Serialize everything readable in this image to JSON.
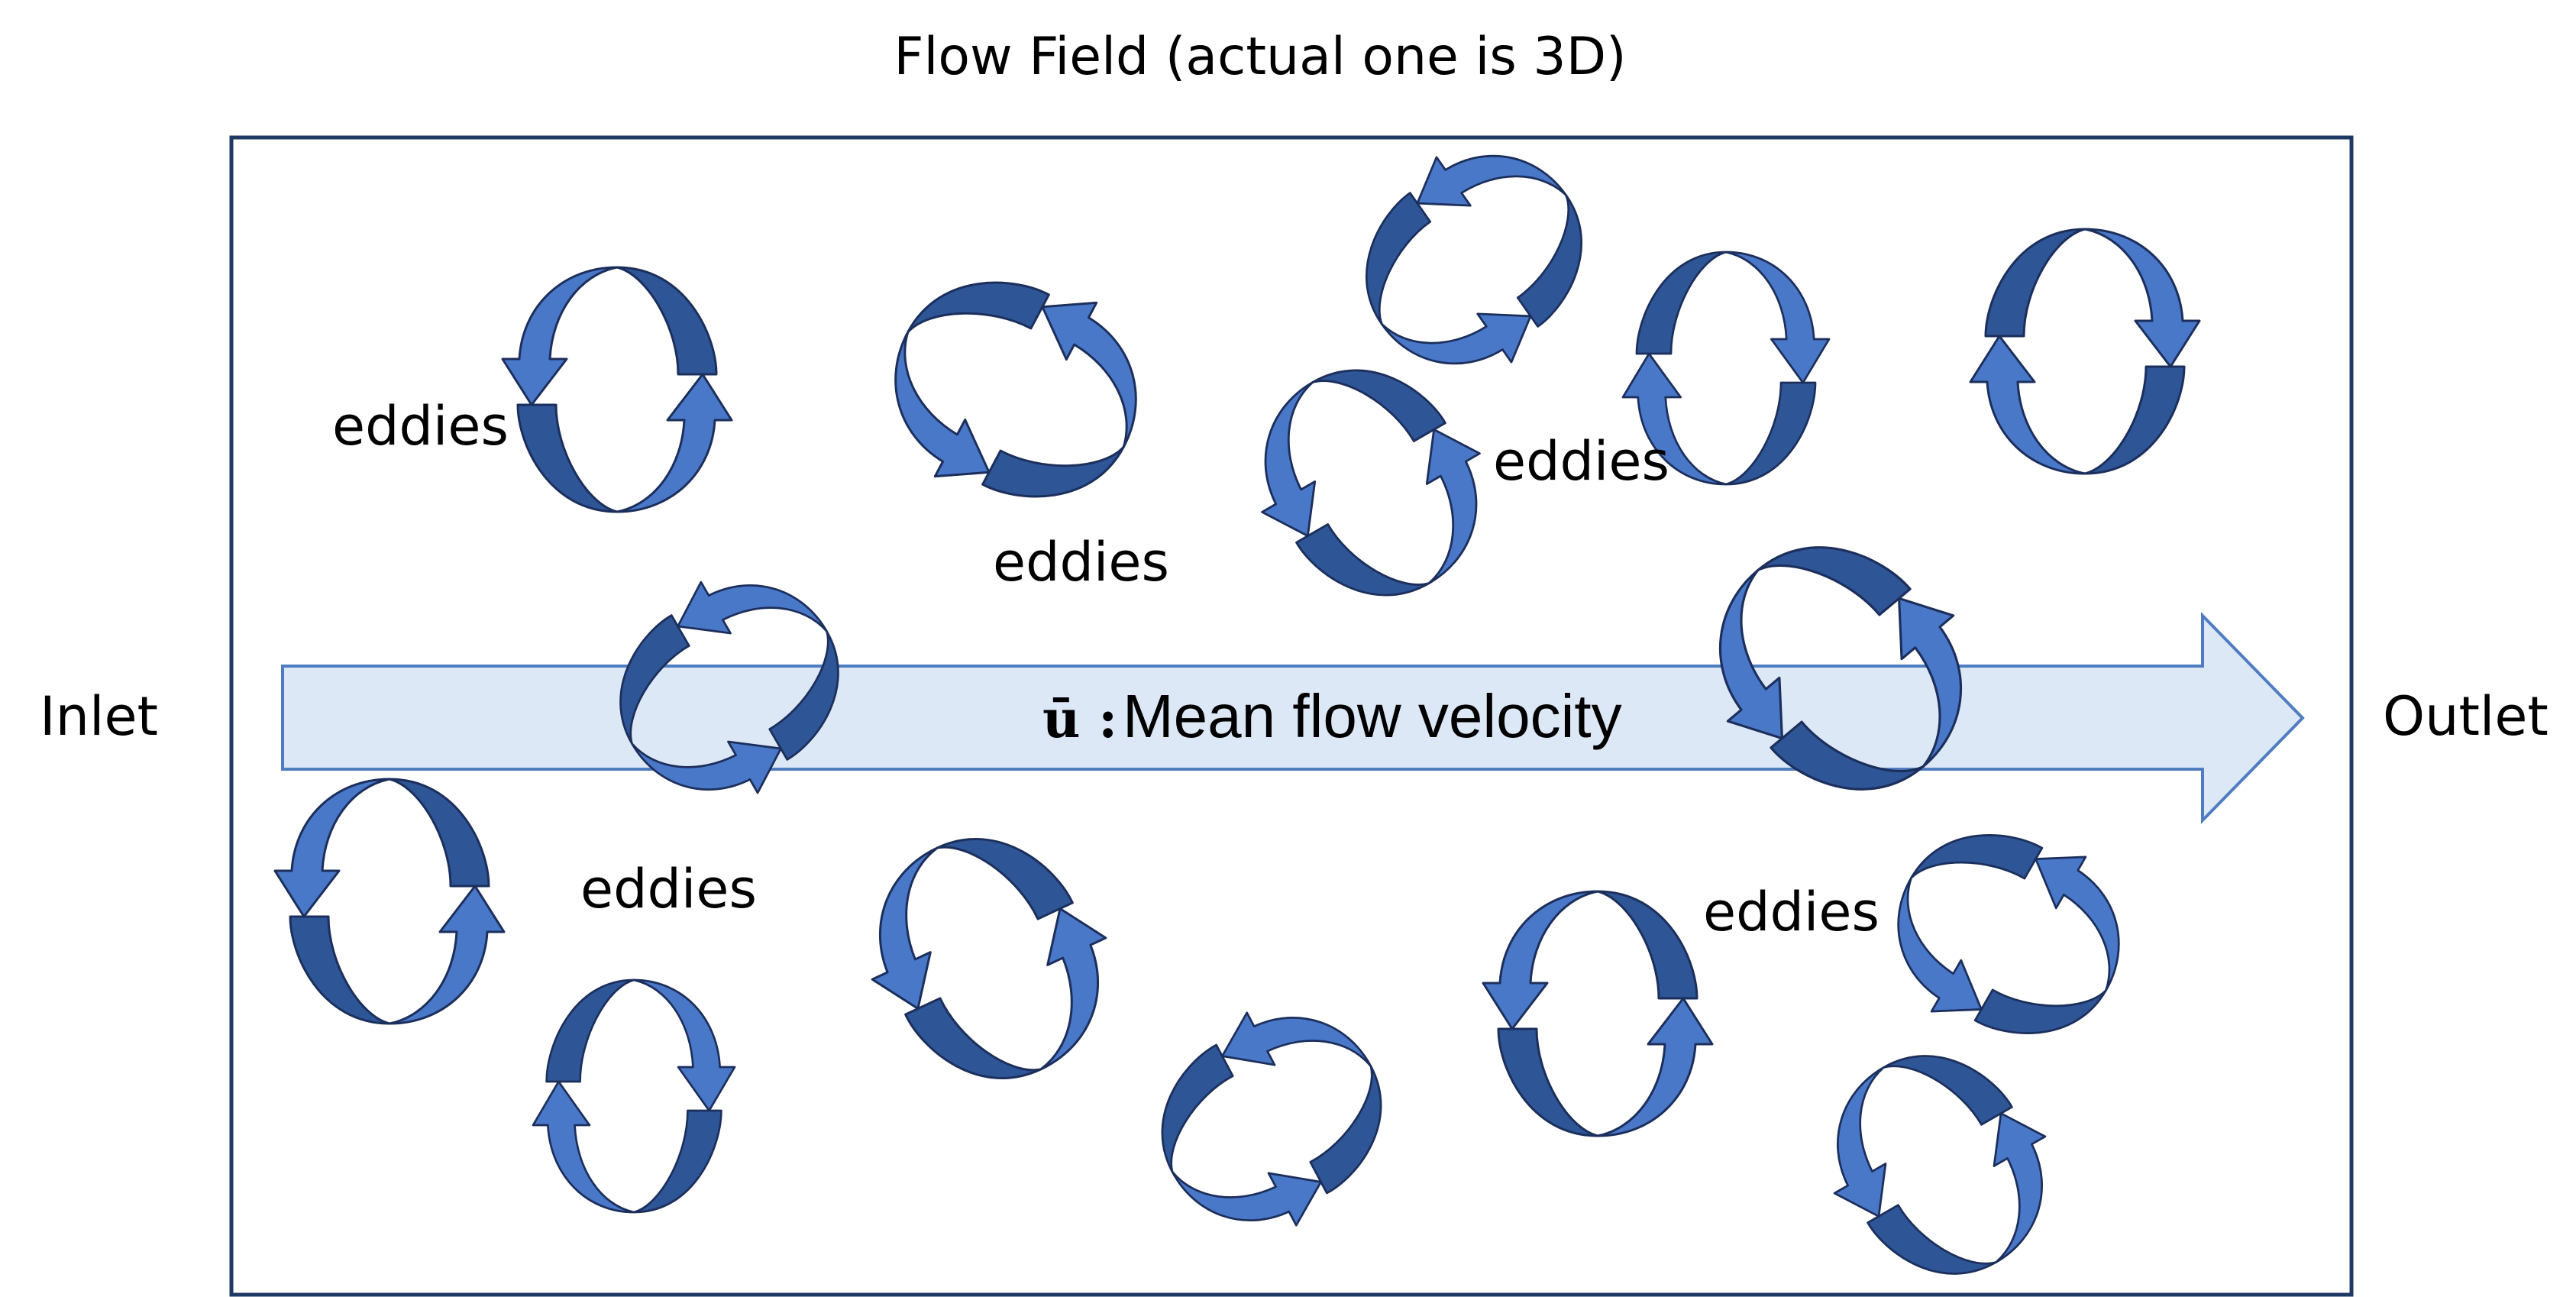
{
  "diagram": {
    "title": "Flow Field (actual one is 3D)",
    "inlet_label": "Inlet",
    "outlet_label": "Outlet",
    "arrow_symbol": "ū :",
    "arrow_label": "Mean flow velocity",
    "eddy_label": "eddies",
    "colors": {
      "border": "#1f3864",
      "arrow_fill": "#dde8f6",
      "arrow_stroke": "#4f7dc0",
      "eddy_light": "#4a78c8",
      "eddy_dark": "#2e5596",
      "eddy_stroke": "#1c2f5c"
    },
    "icon": "circular-arrows-icon"
  }
}
